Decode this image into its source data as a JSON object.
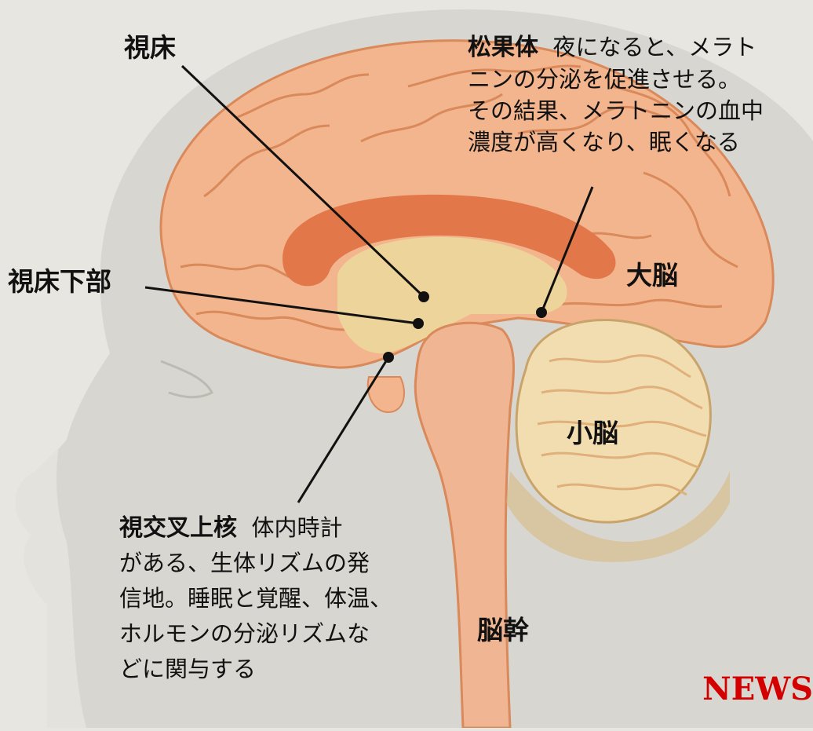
{
  "labels": {
    "thalamus": "視床",
    "hypothalamus": "視床下部",
    "cerebrum": "大脳",
    "cerebellum": "小脳",
    "brainstem": "脳幹"
  },
  "pineal": {
    "title": "松果体",
    "lines": [
      "夜になると、メラト",
      "ニンの分泌を促進させる。",
      "その結果、メラトニンの血中",
      "濃度が高くなり、眠くなる"
    ]
  },
  "scn": {
    "title": "視交叉上核",
    "lines": [
      "体内時計",
      "がある、生体リズムの発",
      "信地。睡眠と覚醒、体温、",
      "ホルモンの分泌リズムな",
      "どに関与する"
    ]
  },
  "watermark": "NEWS",
  "colors": {
    "background": "#e8e6e0",
    "head": "#d8d6d0",
    "brain": "#f3b58e",
    "brain_dark": "#e2784a",
    "inner": "#ecd49a",
    "cerebellum": "#f2ddb0",
    "stem": "#f0b592",
    "accent": "#d40000"
  }
}
